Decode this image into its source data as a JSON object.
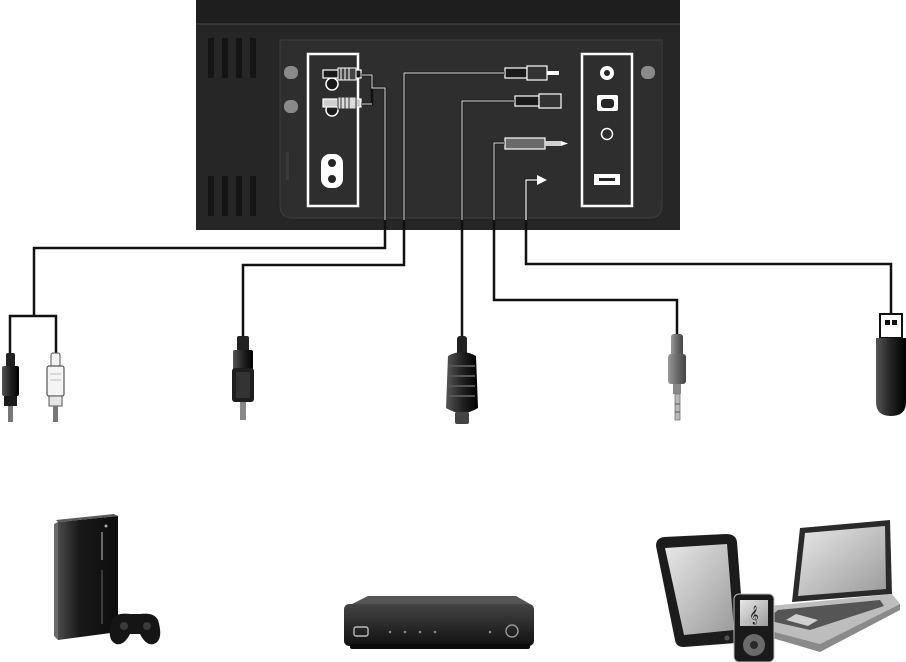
{
  "diagram": {
    "unit": {
      "name": "soundbar-rear-panel",
      "color": "#262626",
      "outline": "#ffffff"
    },
    "jacks": [
      {
        "id": "rca-in",
        "icon": "rca-jack-pair-icon"
      },
      {
        "id": "aux-3-5mm",
        "icon": "mini-jack-icon"
      },
      {
        "id": "optical-in",
        "icon": "optical-port-icon"
      },
      {
        "id": "line-6-35mm",
        "icon": "quarter-inch-jack-icon"
      },
      {
        "id": "usb-port",
        "icon": "usb-port-icon"
      }
    ],
    "cables": [
      {
        "id": "rca-pair",
        "icon": "rca-plugs-icon",
        "colors": [
          "#2a2a2a",
          "#f2f2f2"
        ]
      },
      {
        "id": "coaxial",
        "icon": "rca-single-plug-icon",
        "colors": [
          "#2a2a2a"
        ]
      },
      {
        "id": "optical",
        "icon": "toslink-plug-icon",
        "colors": [
          "#2a2a2a"
        ]
      },
      {
        "id": "mini-jack",
        "icon": "trs-plug-icon",
        "colors": [
          "#7a7a7a"
        ]
      },
      {
        "id": "usb-stick",
        "icon": "usb-flash-drive-icon",
        "colors": [
          "#222222"
        ]
      }
    ],
    "devices": [
      {
        "id": "game-console",
        "icon": "game-console-icon"
      },
      {
        "id": "set-top-box",
        "icon": "set-top-box-icon"
      },
      {
        "id": "portable-devices",
        "icon": "tablet-laptop-music-player-icon"
      }
    ],
    "colors": {
      "wire": "#111111",
      "panel": "#2b2b2b",
      "highlight": "#ffffff"
    }
  }
}
